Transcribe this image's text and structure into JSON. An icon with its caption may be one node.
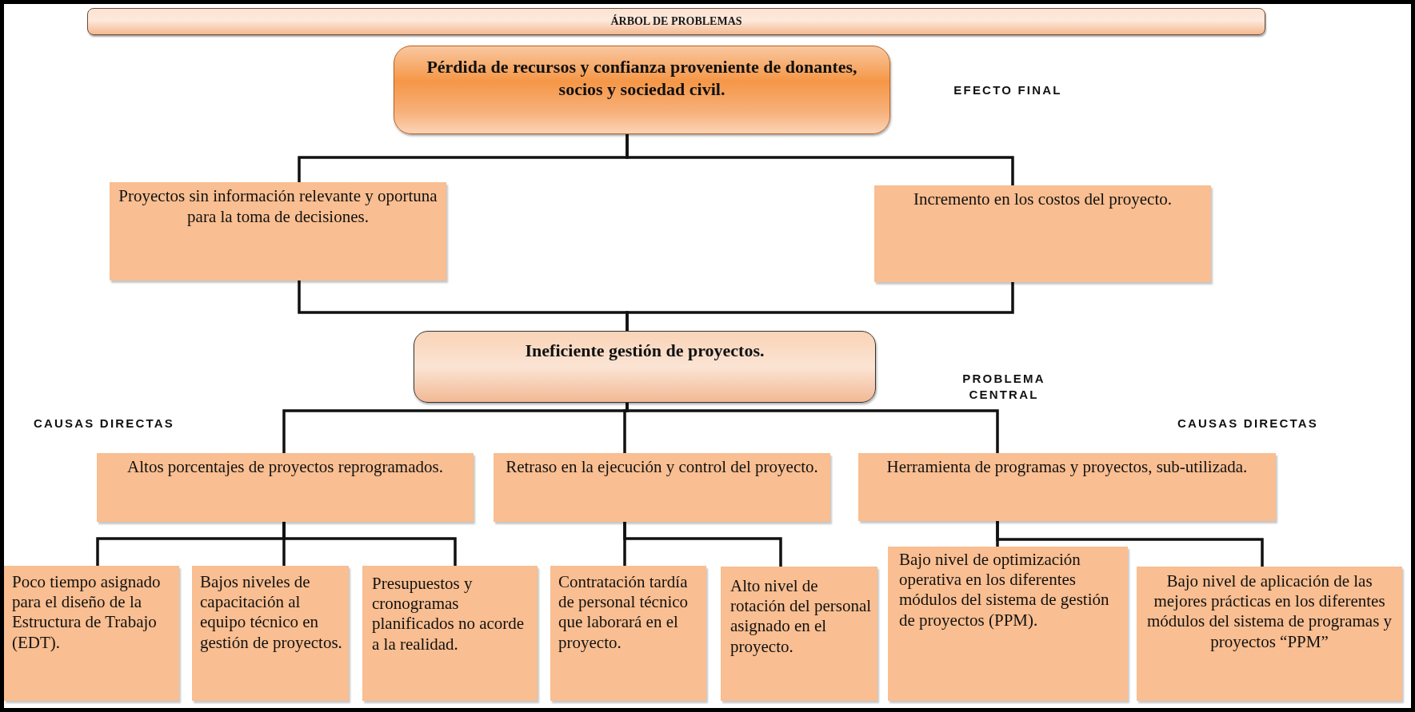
{
  "diagram": {
    "title": "ÁRBOL DE PROBLEMAS",
    "nodes": [
      {
        "text": [
          "Pérdida de recursos y confianza proveniente de donantes, socios y sociedad civil."
        ]
      },
      {
        "text": [
          "Proyectos sin información relevante y oportuna para la toma de decisiones."
        ]
      },
      {
        "text": [
          "Incremento en los costos del proyecto."
        ]
      },
      {
        "text": [
          "Ineficiente gestión de proyectos."
        ]
      },
      {
        "text": [
          "Altos porcentajes de proyectos reprogramados."
        ]
      },
      {
        "text": [
          "Retraso en la ejecución y control del proyecto."
        ]
      },
      {
        "text": [
          "Herramienta de programas y proyectos, sub-utilizada."
        ]
      },
      {
        "text": [
          "Poco tiempo asignado para el diseño de la Estructura de Trabajo (EDT)."
        ]
      },
      {
        "text": [
          "Bajos niveles de capacitación al equipo técnico en gestión de proyectos."
        ]
      },
      {
        "text": [
          "Presupuestos y cronogramas planificados no acorde a la realidad."
        ]
      },
      {
        "text": [
          "Contratación tardía de personal técnico que laborará en el proyecto."
        ]
      },
      {
        "text": [
          "Alto nivel de rotación del personal asignado en el proyecto."
        ]
      },
      {
        "text": [
          "Bajo nivel de optimización operativa en los diferentes módulos del sistema de gestión de proyectos (PPM)."
        ]
      },
      {
        "text": [
          "Bajo nivel de aplicación de las mejores prácticas en los diferentes módulos del sistema de programas y proyectos “PPM”"
        ]
      }
    ],
    "edges": [
      {
        "from": 0,
        "to": 1,
        "arrow": "none"
      },
      {
        "from": 0,
        "to": 2,
        "arrow": "none"
      },
      {
        "from": 1,
        "to": 3,
        "arrow": "none"
      },
      {
        "from": 2,
        "to": 3,
        "arrow": "none"
      },
      {
        "from": 3,
        "to": 4,
        "arrow": "none"
      },
      {
        "from": 3,
        "to": 5,
        "arrow": "none"
      },
      {
        "from": 3,
        "to": 6,
        "arrow": "none"
      },
      {
        "from": 4,
        "to": 7,
        "arrow": "none"
      },
      {
        "from": 4,
        "to": 8,
        "arrow": "none"
      },
      {
        "from": 4,
        "to": 9,
        "arrow": "none"
      },
      {
        "from": 5,
        "to": 10,
        "arrow": "none"
      },
      {
        "from": 5,
        "to": 11,
        "arrow": "none"
      },
      {
        "from": 6,
        "to": 12,
        "arrow": "none"
      },
      {
        "from": 6,
        "to": 13,
        "arrow": "none"
      }
    ],
    "labels": [
      "EFECTO FINAL",
      "PROBLEMA CENTRAL",
      "CAUSAS DIRECTAS",
      "CAUSAS DIRECTAS"
    ]
  }
}
